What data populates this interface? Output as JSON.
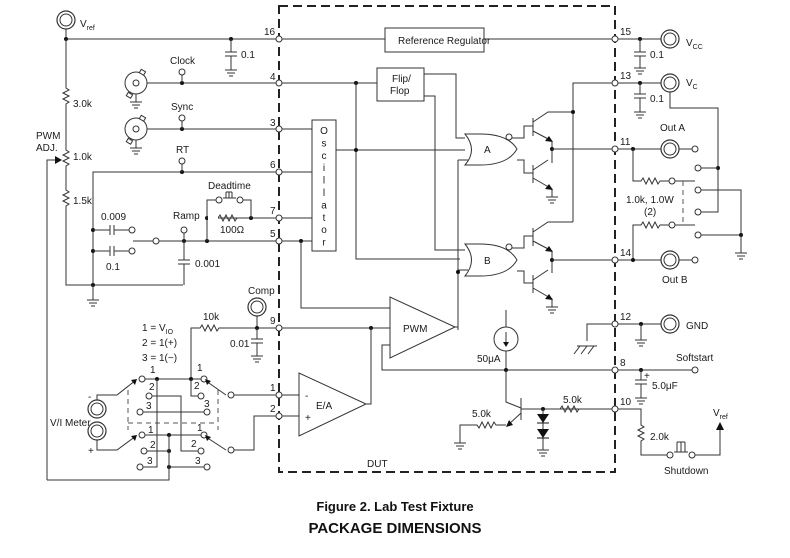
{
  "figure": {
    "caption": "Figure 2. Lab Test Fixture",
    "section_heading": "PACKAGE DIMENSIONS"
  },
  "dut": {
    "label": "DUT",
    "blocks": {
      "reference_regulator": "Reference Regulator",
      "flip_flop_line1": "Flip/",
      "flip_flop_line2": "Flop",
      "oscillator_letters": [
        "O",
        "s",
        "c",
        "i",
        "l",
        "l",
        "a",
        "t",
        "o",
        "r"
      ],
      "gate_a": "A",
      "gate_b": "B",
      "pwm": "PWM",
      "error_amp": "E/A",
      "ea_minus": "-",
      "ea_plus": "+",
      "current_source": "50μA",
      "r_emitter": "5.0k",
      "r_base": "5.0k"
    },
    "pins": {
      "p16": "16",
      "p4": "4",
      "p3": "3",
      "p6": "6",
      "p7": "7",
      "p5": "5",
      "p9": "9",
      "p1": "1",
      "p2": "2",
      "p15": "15",
      "p13": "13",
      "p11": "11",
      "p14": "14",
      "p12": "12",
      "p8": "8",
      "p10": "10"
    }
  },
  "left": {
    "vref_label": "V",
    "vref_sub": "ref",
    "pwm_adj_line1": "PWM",
    "pwm_adj_line2": "ADJ.",
    "r_top": "3.0k",
    "r_pot": "1.0k",
    "r_bottom": "1.5k",
    "c16": "0.1",
    "clock": "Clock",
    "sync": "Sync",
    "rt": "RT",
    "deadtime": "Deadtime",
    "r_deadtime": "100Ω",
    "ramp": "Ramp",
    "c_0009": "0.009",
    "c_01": "0.1",
    "c_0001": "0.001",
    "comp": "Comp",
    "r_comp": "10k",
    "c_comp": "0.01",
    "legend_1": "1 = V",
    "legend_1_sub": "IO",
    "legend_2": "2 = 1(+)",
    "legend_3": "3 = 1(−)",
    "meter": "V/I Meter",
    "meter_minus": "-",
    "meter_plus": "+",
    "sw_positions": [
      "1",
      "2",
      "3"
    ]
  },
  "right": {
    "vcc": "V",
    "vcc_sub": "CC",
    "c15": "0.1",
    "vc": "V",
    "vc_sub": "C",
    "c13": "0.1",
    "out_a": "Out A",
    "out_b": "Out B",
    "load_line1": "1.0k, 1.0W",
    "load_line2": "(2)",
    "gnd": "GND",
    "softstart": "Softstart",
    "c_soft": "5.0μF",
    "c_soft_plus": "+",
    "r_shutdown": "2.0k",
    "shutdown": "Shutdown",
    "vref_label": "V",
    "vref_sub": "ref"
  }
}
